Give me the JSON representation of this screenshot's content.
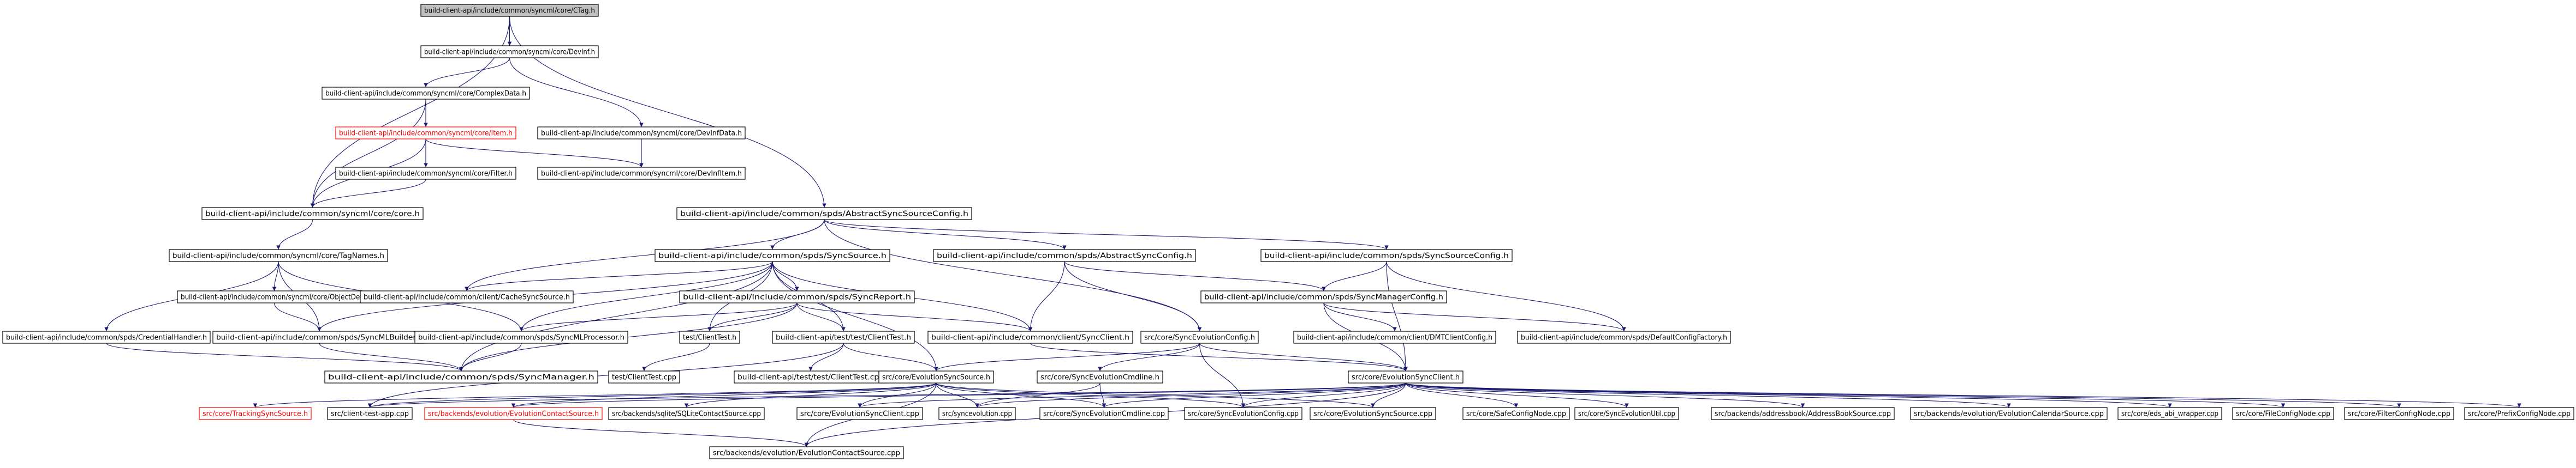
{
  "nodes": [
    {
      "id": "ctag",
      "label": "build-client-api/include/common/syncml/core/CTag.h",
      "root": true
    },
    {
      "id": "devinf",
      "label": "build-client-api/include/common/syncml/core/DevInf.h"
    },
    {
      "id": "complexdata",
      "label": "build-client-api/include/common/syncml/core/ComplexData.h"
    },
    {
      "id": "item",
      "label": "build-client-api/include/common/syncml/core/Item.h",
      "red": true
    },
    {
      "id": "devinfdata",
      "label": "build-client-api/include/common/syncml/core/DevInfData.h"
    },
    {
      "id": "filter",
      "label": "build-client-api/include/common/syncml/core/Filter.h"
    },
    {
      "id": "devinfitem",
      "label": "build-client-api/include/common/syncml/core/DevInfItem.h"
    },
    {
      "id": "core",
      "label": "build-client-api/include/common/syncml/core/core.h"
    },
    {
      "id": "abssourcecfg",
      "label": "build-client-api/include/common/spds/AbstractSyncSourceConfig.h"
    },
    {
      "id": "tagnames",
      "label": "build-client-api/include/common/syncml/core/TagNames.h"
    },
    {
      "id": "syncsource",
      "label": "build-client-api/include/common/spds/SyncSource.h"
    },
    {
      "id": "abssynccfg",
      "label": "build-client-api/include/common/spds/AbstractSyncConfig.h"
    },
    {
      "id": "syncsourcecfg",
      "label": "build-client-api/include/common/spds/SyncSourceConfig.h"
    },
    {
      "id": "objectdel",
      "label": "build-client-api/include/common/syncml/core/ObjectDel.h"
    },
    {
      "id": "cachesyncsource",
      "label": "build-client-api/include/common/client/CacheSyncSource.h"
    },
    {
      "id": "syncreport",
      "label": "build-client-api/include/common/spds/SyncReport.h"
    },
    {
      "id": "syncmanagercfg",
      "label": "build-client-api/include/common/spds/SyncManagerConfig.h"
    },
    {
      "id": "credhandler",
      "label": "build-client-api/include/common/spds/CredentialHandler.h"
    },
    {
      "id": "syncmlbuilder",
      "label": "build-client-api/include/common/spds/SyncMLBuilder.h"
    },
    {
      "id": "syncmlprocessor",
      "label": "build-client-api/include/common/spds/SyncMLProcessor.h"
    },
    {
      "id": "clienttesth",
      "label": "test/ClientTest.h"
    },
    {
      "id": "apiclienttesth",
      "label": "build-client-api/test/test/ClientTest.h"
    },
    {
      "id": "syncclient",
      "label": "build-client-api/include/common/client/SyncClient.h"
    },
    {
      "id": "evoconfigh",
      "label": "src/core/SyncEvolutionConfig.h"
    },
    {
      "id": "dmtclientcfg",
      "label": "build-client-api/include/common/client/DMTClientConfig.h"
    },
    {
      "id": "defaultcfgfactory",
      "label": "build-client-api/include/common/spds/DefaultConfigFactory.h"
    },
    {
      "id": "syncmanager",
      "label": "build-client-api/include/common/spds/SyncManager.h"
    },
    {
      "id": "clienttestcpp",
      "label": "test/ClientTest.cpp"
    },
    {
      "id": "apiclienttestcpp",
      "label": "build-client-api/test/test/ClientTest.cpp"
    },
    {
      "id": "evosyncsourceh",
      "label": "src/core/EvolutionSyncSource.h"
    },
    {
      "id": "evocmdlineh",
      "label": "src/core/SyncEvolutionCmdline.h"
    },
    {
      "id": "evosyncclienth",
      "label": "src/core/EvolutionSyncClient.h"
    },
    {
      "id": "trackingsyncsource",
      "label": "src/core/TrackingSyncSource.h",
      "red": true
    },
    {
      "id": "clienttestapp",
      "label": "src/client-test-app.cpp"
    },
    {
      "id": "evocontactsourceh",
      "label": "src/backends/evolution/EvolutionContactSource.h",
      "red": true
    },
    {
      "id": "sqlitecontact",
      "label": "src/backends/sqlite/SQLiteContactSource.cpp"
    },
    {
      "id": "evosyncclientcpp",
      "label": "src/core/EvolutionSyncClient.cpp"
    },
    {
      "id": "syncevolutioncpp",
      "label": "src/syncevolution.cpp"
    },
    {
      "id": "evocmdlinecpp",
      "label": "src/core/SyncEvolutionCmdline.cpp"
    },
    {
      "id": "evoconfigcpp",
      "label": "src/core/SyncEvolutionConfig.cpp"
    },
    {
      "id": "evosyncsourcecpp",
      "label": "src/core/EvolutionSyncSource.cpp"
    },
    {
      "id": "safeconfignode",
      "label": "src/core/SafeConfigNode.cpp"
    },
    {
      "id": "evoutil",
      "label": "src/core/SyncEvolutionUtil.cpp"
    },
    {
      "id": "addressbook",
      "label": "src/backends/addressbook/AddressBookSource.cpp"
    },
    {
      "id": "evocalendar",
      "label": "src/backends/evolution/EvolutionCalendarSource.cpp"
    },
    {
      "id": "ebookwrapper",
      "label": "src/core/eds_abi_wrapper.cpp"
    },
    {
      "id": "fileconfignode",
      "label": "src/core/FileConfigNode.cpp"
    },
    {
      "id": "filterconfignode",
      "label": "src/core/FilterConfigNode.cpp"
    },
    {
      "id": "prefixconfignode",
      "label": "src/core/PrefixConfigNode.cpp"
    },
    {
      "id": "evocontactsourcecpp",
      "label": "src/backends/evolution/EvolutionContactSource.cpp"
    }
  ],
  "edges": [
    [
      "ctag",
      "devinf"
    ],
    [
      "ctag",
      "core"
    ],
    [
      "ctag",
      "abssourcecfg"
    ],
    [
      "devinf",
      "complexdata"
    ],
    [
      "devinf",
      "devinfdata"
    ],
    [
      "complexdata",
      "item"
    ],
    [
      "complexdata",
      "core"
    ],
    [
      "item",
      "filter"
    ],
    [
      "item",
      "devinfitem"
    ],
    [
      "item",
      "core"
    ],
    [
      "devinfdata",
      "devinfitem"
    ],
    [
      "filter",
      "core"
    ],
    [
      "core",
      "tagnames"
    ],
    [
      "abssourcecfg",
      "syncsource"
    ],
    [
      "abssourcecfg",
      "abssynccfg"
    ],
    [
      "abssourcecfg",
      "syncsourcecfg"
    ],
    [
      "abssourcecfg",
      "cachesyncsource"
    ],
    [
      "abssourcecfg",
      "evoconfigh"
    ],
    [
      "tagnames",
      "objectdel"
    ],
    [
      "tagnames",
      "credhandler"
    ],
    [
      "tagnames",
      "syncmlbuilder"
    ],
    [
      "tagnames",
      "syncmlprocessor"
    ],
    [
      "syncsource",
      "cachesyncsource"
    ],
    [
      "syncsource",
      "syncreport"
    ],
    [
      "syncsource",
      "syncmlbuilder"
    ],
    [
      "syncsource",
      "syncmlprocessor"
    ],
    [
      "syncsource",
      "clienttesth"
    ],
    [
      "syncsource",
      "apiclienttesth"
    ],
    [
      "syncsource",
      "syncclient"
    ],
    [
      "syncsource",
      "syncmanager"
    ],
    [
      "syncsource",
      "evosyncsourceh"
    ],
    [
      "abssynccfg",
      "syncmanagercfg"
    ],
    [
      "abssynccfg",
      "syncclient"
    ],
    [
      "abssynccfg",
      "evoconfigh"
    ],
    [
      "syncsourcecfg",
      "syncmanagercfg"
    ],
    [
      "syncsourcecfg",
      "defaultcfgfactory"
    ],
    [
      "syncsourcecfg",
      "evosyncclienth"
    ],
    [
      "objectdel",
      "syncmlbuilder"
    ],
    [
      "syncreport",
      "syncmlprocessor"
    ],
    [
      "syncreport",
      "clienttesth"
    ],
    [
      "syncreport",
      "apiclienttesth"
    ],
    [
      "syncreport",
      "syncclient"
    ],
    [
      "syncreport",
      "syncmanager"
    ],
    [
      "syncmanagercfg",
      "dmtclientcfg"
    ],
    [
      "syncmanagercfg",
      "defaultcfgfactory"
    ],
    [
      "syncmanagercfg",
      "evosyncclienth"
    ],
    [
      "credhandler",
      "syncmanager"
    ],
    [
      "syncmlbuilder",
      "syncmanager"
    ],
    [
      "syncmlprocessor",
      "syncmanager"
    ],
    [
      "clienttesth",
      "clienttestcpp"
    ],
    [
      "apiclienttesth",
      "apiclienttestcpp"
    ],
    [
      "apiclienttesth",
      "clienttestapp"
    ],
    [
      "apiclienttesth",
      "evosyncsourceh"
    ],
    [
      "syncclient",
      "evosyncclienth"
    ],
    [
      "evoconfigh",
      "evosyncsourceh"
    ],
    [
      "evoconfigh",
      "evocmdlineh"
    ],
    [
      "evoconfigh",
      "evoconfigcpp"
    ],
    [
      "evoconfigh",
      "evosyncclienth"
    ],
    [
      "evosyncsourceh",
      "trackingsyncsource"
    ],
    [
      "evosyncsourceh",
      "clienttestapp"
    ],
    [
      "evosyncsourceh",
      "evocontactsourceh"
    ],
    [
      "evosyncsourceh",
      "sqlitecontact"
    ],
    [
      "evosyncsourceh",
      "evosyncclientcpp"
    ],
    [
      "evosyncsourceh",
      "syncevolutioncpp"
    ],
    [
      "evosyncsourceh",
      "evocmdlinecpp"
    ],
    [
      "evosyncsourceh",
      "evoconfigcpp"
    ],
    [
      "evosyncsourceh",
      "evosyncsourcecpp"
    ],
    [
      "evosyncsourceh",
      "evocontactsourcecpp"
    ],
    [
      "evocmdlineh",
      "syncevolutioncpp"
    ],
    [
      "evocmdlineh",
      "evocmdlinecpp"
    ],
    [
      "evosyncclienth",
      "clienttestapp"
    ],
    [
      "evosyncclienth",
      "evocontactsourceh"
    ],
    [
      "evosyncclienth",
      "evosyncclientcpp"
    ],
    [
      "evosyncclienth",
      "syncevolutioncpp"
    ],
    [
      "evosyncclienth",
      "evocmdlinecpp"
    ],
    [
      "evosyncclienth",
      "evoconfigcpp"
    ],
    [
      "evosyncclienth",
      "evosyncsourcecpp"
    ],
    [
      "evosyncclienth",
      "safeconfignode"
    ],
    [
      "evosyncclienth",
      "evoutil"
    ],
    [
      "evosyncclienth",
      "addressbook"
    ],
    [
      "evosyncclienth",
      "evocalendar"
    ],
    [
      "evosyncclienth",
      "ebookwrapper"
    ],
    [
      "evosyncclienth",
      "fileconfignode"
    ],
    [
      "evosyncclienth",
      "filterconfignode"
    ],
    [
      "evosyncclienth",
      "prefixconfignode"
    ],
    [
      "evosyncclienth",
      "evocontactsourcecpp"
    ],
    [
      "evocontactsourceh",
      "evocontactsourcecpp"
    ]
  ]
}
